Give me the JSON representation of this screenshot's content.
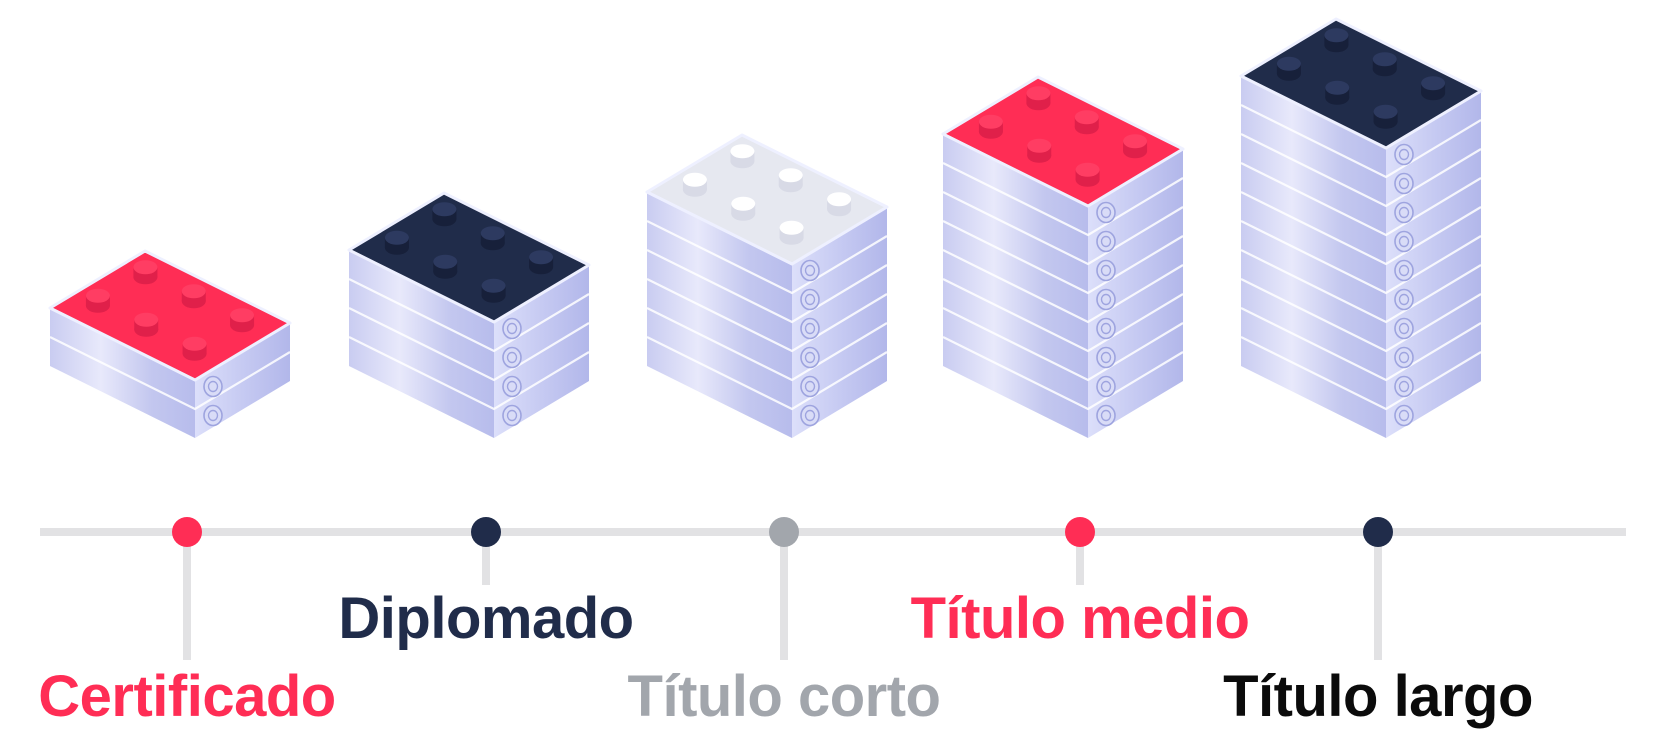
{
  "colors": {
    "red": "#ff2d55",
    "navy": "#202c4a",
    "gray": "#a2a6ac",
    "black": "#0b0b0b",
    "line": "#e2e2e4",
    "side_light": "#e4e6fb",
    "side_mid": "#c4c8f0",
    "side_dark": "#aab0e6",
    "top_light": "#e6e8f0"
  },
  "stacks": [
    {
      "label": "Certificado",
      "label_color": "red",
      "dot_color": "red",
      "top_color": "red",
      "layers": 2,
      "stud_color": "red_stud"
    },
    {
      "label": "Diplomado",
      "label_color": "navy",
      "dot_color": "navy",
      "top_color": "navy",
      "layers": 4,
      "stud_color": "navy_stud"
    },
    {
      "label": "Título corto",
      "label_color": "gray",
      "dot_color": "gray",
      "top_color": "top_light",
      "layers": 6,
      "stud_color": "light_stud"
    },
    {
      "label": "Título medio",
      "label_color": "red",
      "dot_color": "red",
      "top_color": "red",
      "layers": 8,
      "stud_color": "red_stud"
    },
    {
      "label": "Título largo",
      "label_color": "black",
      "dot_color": "navy",
      "top_color": "navy",
      "layers": 10,
      "stud_color": "navy_stud"
    }
  ],
  "icons": {
    "layer_badge": "check-badge-icon"
  }
}
